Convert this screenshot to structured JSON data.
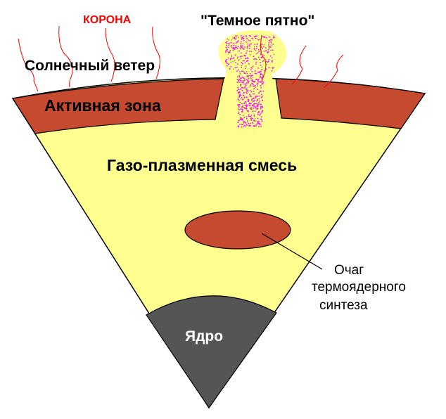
{
  "labels": {
    "corona": "КОРОНА",
    "dark_spot": "\"Темное пятно\"",
    "solar_wind": "Солнечный ветер",
    "active_zone": "Активная зона",
    "gas_plasma": "Газо-плазменная смесь",
    "fusion_line1": "Очаг",
    "fusion_line2": "термоядерного",
    "fusion_line3": "синтеза",
    "core": "Ядро"
  },
  "colors": {
    "active_zone": "#c64a30",
    "plasma": "#ffff90",
    "core": "#555555",
    "corona": "#ff0000",
    "spot_particles": "#ff00ff"
  }
}
